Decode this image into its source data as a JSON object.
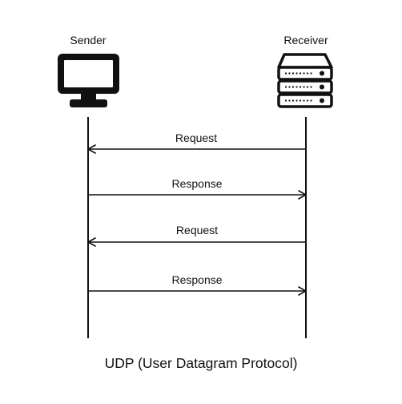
{
  "participants": [
    {
      "id": "sender",
      "label": "Sender",
      "icon": "monitor-icon"
    },
    {
      "id": "receiver",
      "label": "Receiver",
      "icon": "server-icon"
    }
  ],
  "messages": [
    {
      "label": "Request",
      "from": "receiver",
      "to": "sender"
    },
    {
      "label": "Response",
      "from": "sender",
      "to": "receiver"
    },
    {
      "label": "Request",
      "from": "receiver",
      "to": "sender"
    },
    {
      "label": "Response",
      "from": "sender",
      "to": "receiver"
    }
  ],
  "caption": "UDP (User Datagram Protocol)",
  "colors": {
    "line": "#111111",
    "background": "#ffffff"
  }
}
